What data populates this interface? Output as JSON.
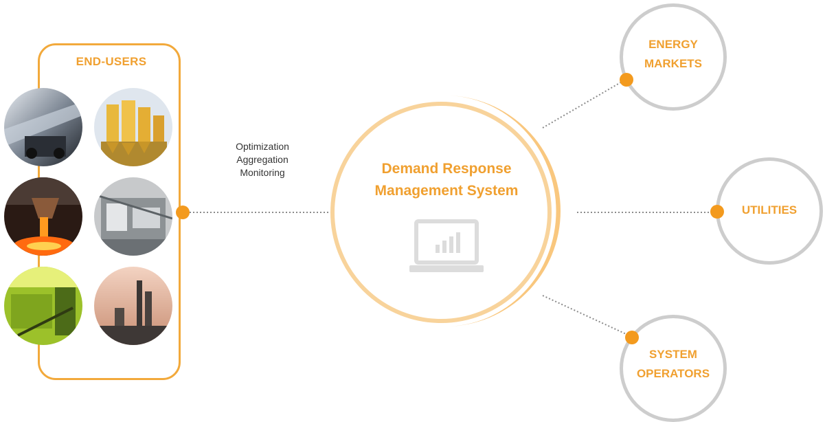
{
  "end_users": {
    "title": "END-USERS",
    "photos": [
      "rolling-mill-photo",
      "cement-silos-photo",
      "molten-steel-photo",
      "industrial-plant-photo",
      "green-machinery-photo",
      "refinery-photo"
    ]
  },
  "link_label": {
    "lines": [
      "Optimization",
      "Aggregation",
      "Monitoring"
    ]
  },
  "center": {
    "line1": "Demand Response",
    "line2": "Management System",
    "icon": "laptop-chart-icon"
  },
  "nodes": {
    "energy_markets": {
      "line1": "ENERGY",
      "line2": "MARKETS"
    },
    "utilities": {
      "line1": "UTILITIES"
    },
    "system_operators": {
      "line1": "SYSTEM",
      "line2": "OPERATORS"
    }
  },
  "colors": {
    "accent": "#f39a1e",
    "text_accent": "#f0a030",
    "ring_gray": "#cdcdcd",
    "center_ring": "#f8d39b",
    "crescent": "#f9c77e"
  }
}
